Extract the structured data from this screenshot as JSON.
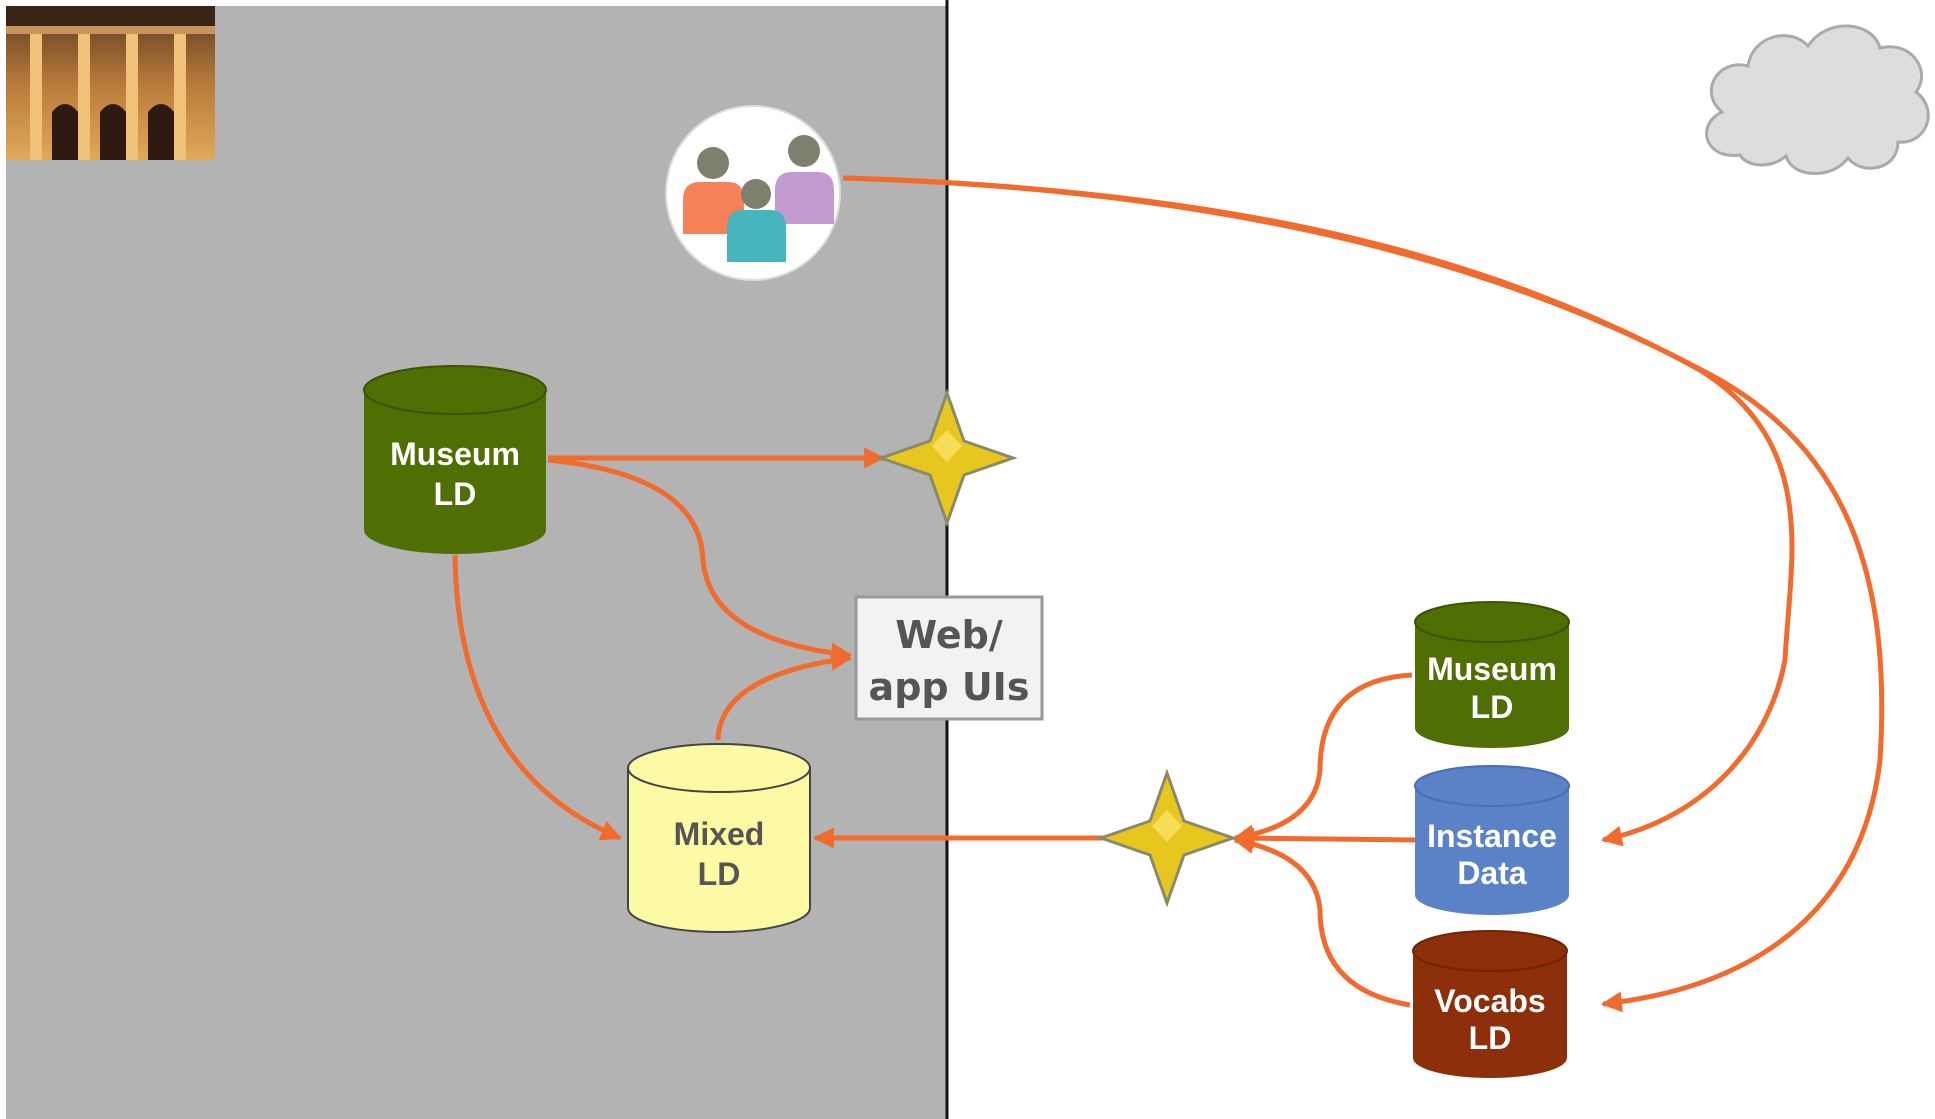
{
  "colors": {
    "institution_zone": "#b3b3b3",
    "divider": "#111111",
    "flow_arrow": "#f26b2e",
    "museum_ld": "#4f6e03",
    "mixed_ld": "#fdfaa5",
    "instance_data": "#5b82c6",
    "vocabs_ld": "#8c2f0a",
    "star": "#e8c620",
    "cloud": "#dddddd",
    "box_fill": "#f2f2f2",
    "box_border": "#999999"
  },
  "icons": {
    "building": "museum-building-icon",
    "users": "user-group-icon",
    "cloud": "cloud-icon",
    "star": "star-junction-icon"
  },
  "nodes": {
    "museum_ld_local": {
      "line1": "Museum",
      "line2": "LD"
    },
    "mixed_ld": {
      "line1": "Mixed",
      "line2": "LD"
    },
    "web_app_uis": {
      "line1": "Web/",
      "line2": "app UIs"
    },
    "museum_ld_cloud": {
      "line1": "Museum",
      "line2": "LD"
    },
    "instance_data": {
      "line1": "Instance",
      "line2": "Data"
    },
    "vocabs_ld": {
      "line1": "Vocabs",
      "line2": "LD"
    }
  }
}
